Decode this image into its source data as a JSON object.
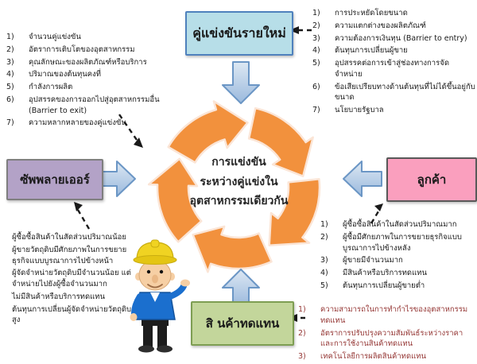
{
  "diagram": {
    "kind": "five-forces-cycle",
    "colors": {
      "wheel_orange": "#f2913d",
      "new_entrants_box": "#b7dee8",
      "suppliers_box": "#b3a2c7",
      "customers_box": "#fa9fbe",
      "substitutes_box": "#c3d69b",
      "substitute_list_text": "#953735",
      "blue_arrow": "#9ab9dd"
    }
  },
  "center": {
    "lines": [
      "การแข่งขัน",
      "ระหว่างคู่แข่งใน",
      "อุตสาหกรรมเดียวกัน"
    ]
  },
  "boxes": {
    "new_entrants": {
      "label": "คู่แข่งขันรายใหม่"
    },
    "suppliers": {
      "label": "ซัพพลายเออร์"
    },
    "customers": {
      "label": "ลูกค้า"
    },
    "substitutes": {
      "label": "สิ นค้าทดแทน"
    }
  },
  "lists": {
    "rivalry_factors": {
      "numbered": true,
      "items": [
        "จำนวนคู่แข่งขัน",
        "อัตราการเติบโตของอุตสาหกรรม",
        "คุณลักษณะของผลิตภัณฑ์หรือบริการ",
        "ปริมาณของต้นทุนคงที่",
        "กำลังการผลิต",
        "อุปสรรคของการออกไปสู่อุตสาหกรรมอื่น (Barrier to exit)",
        "ความหลากหลายของคู่แข่งขัน"
      ]
    },
    "entry_factors": {
      "numbered": true,
      "items": [
        "การประหยัดโดยขนาด",
        "ความแตกต่างของผลิตภัณฑ์",
        "ความต้องการเงินทุน (Barrier to entry)",
        "ต้นทุนการเปลี่ยนผู้ขาย",
        "อุปสรรคต่อการเข้าสู่ช่องทางการจัดจำหน่าย",
        "ข้อเสียเปรียบทางด้านต้นทุนที่ไม่ได้ขึ้นอยู่กับขนาด",
        "นโยบายรัฐบาล"
      ]
    },
    "supplier_factors": {
      "numbered": false,
      "items": [
        "ผู้ซื้อซื้อสินค้าในสัดส่วนปริมาณน้อย",
        "ผู้ขายวัตถุดิบมีศักยภาพในการขยายธุรกิจแบบบูรณาการไปข้างหน้า",
        "ผู้จัดจำหน่ายวัตถุดิบมีจำนวนน้อย แต่จำหน่ายไปยังผู้ซื้อจำนวนมาก",
        "ไม่มีสินค้าหรือบริการทดแทน",
        "ต้นทุนการเปลี่ยนผู้จัดจำหน่ายวัตถุดิบสูง"
      ]
    },
    "customer_factors": {
      "numbered": true,
      "items": [
        "ผู้ซื้อซื้อสินค้าในสัดส่วนปริมาณมาก",
        "ผู้ซื้อมีศักยภาพในการขยายธุรกิจแบบบูรณาการไปข้างหลัง",
        "ผู้ขายมีจำนวนมาก",
        "มีสินค้าหรือบริการทดแทน",
        "ต้นทุนการเปลี่ยนผู้ขายต่ำ"
      ]
    },
    "substitute_factors": {
      "numbered": true,
      "items": [
        "ความสามารถในการทำกำไรของอุตสาหกรรมทดแทน",
        "อัตราการปรับปรุงความสัมพันธ์ระหว่างราคาและการใช้งานสินค้าทดแทน",
        "เทคโนโลยีการผลิตสินค้าทดแทน"
      ]
    }
  }
}
